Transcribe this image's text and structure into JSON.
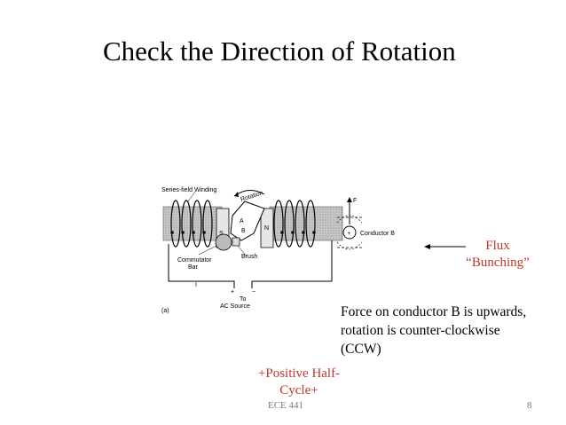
{
  "slide": {
    "title": "Check the Direction of Rotation",
    "flux_label_line1": "Flux",
    "flux_label_line2": "“Bunching”",
    "force_note": "Force on conductor B is upwards, rotation is counter-clockwise (CCW)",
    "half_cycle_line1": "+Positive Half-",
    "half_cycle_line2": "Cycle+",
    "footer_left": "ECE 441",
    "footer_right": "8"
  },
  "diagram": {
    "series_field_winding": "Series-field Winding",
    "rotation": "Rotation",
    "commutator_line1": "Commutator",
    "commutator_line2": "Bar",
    "brush": "Brush",
    "to": "To",
    "ac_source": "AC Source",
    "panel": "(a)",
    "pole_s": "S",
    "pole_n": "N",
    "conductor_a": "A",
    "conductor_b": "B",
    "current": "I",
    "plus": "+",
    "minus": "−",
    "force": "F",
    "conductor_label": "Conductor B",
    "conductor_symbol": "+"
  }
}
